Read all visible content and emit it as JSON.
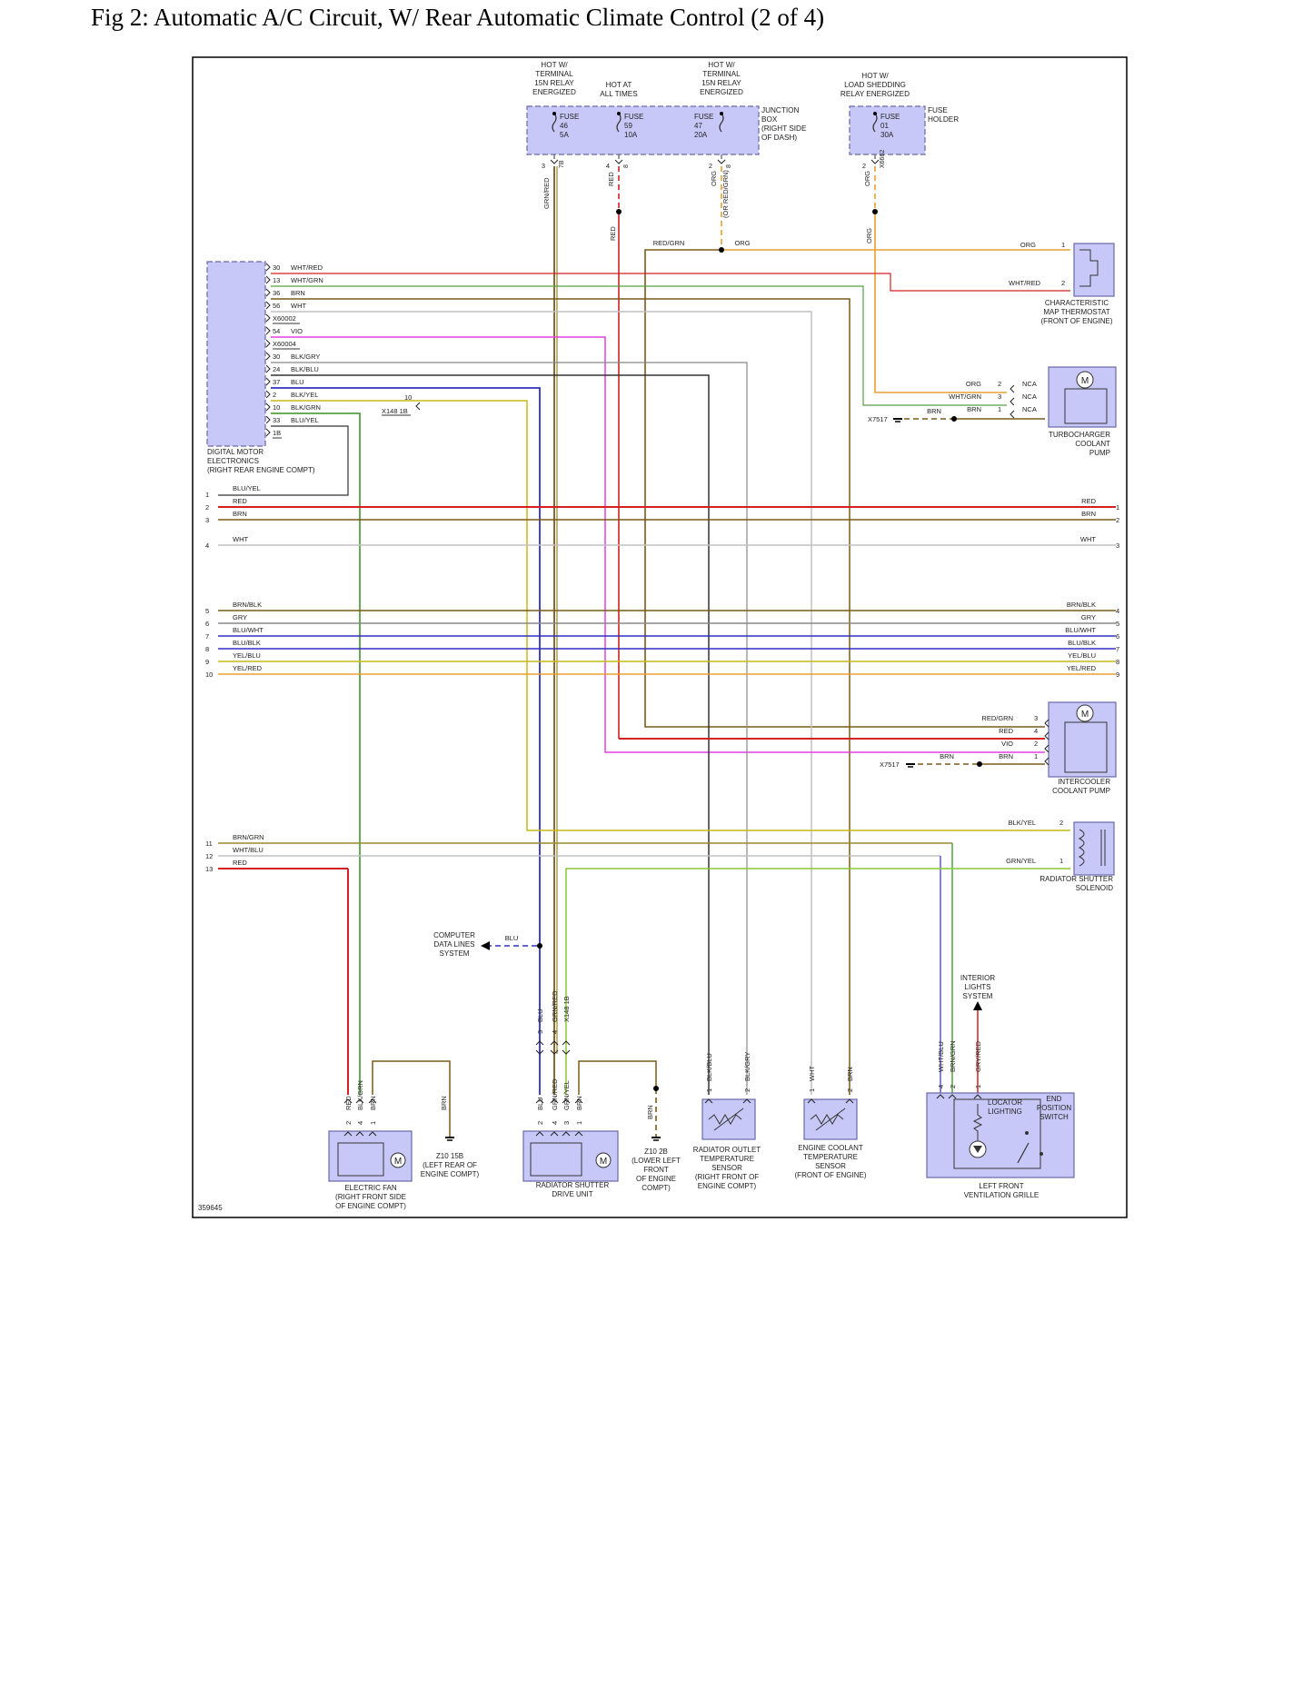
{
  "title": "Fig 2: Automatic A/C Circuit, W/ Rear Automatic Climate Control (2 of 4)",
  "figure_id": "359645",
  "colors": {
    "component_fill": "#c8c8f8",
    "component_stroke": "#6868a8",
    "RED": "#d42020",
    "ORG": "#e8a030",
    "BRN": "#7a5a18",
    "WHT": "#c0c0c0",
    "GRN": "#56a040",
    "YEL": "#c8b818",
    "BLU": "#3030c0",
    "VIO": "#e040e0",
    "GRY": "#888888",
    "BLK": "#333333",
    "OLIVE": "#9a8a30",
    "LTGRN": "#88c830"
  },
  "supplies": [
    {
      "lines": [
        "HOT W/",
        "TERMINAL",
        "15N RELAY",
        "ENERGIZED"
      ]
    },
    {
      "lines": [
        "HOT AT",
        "ALL TIMES"
      ]
    },
    {
      "lines": [
        "HOT W/",
        "TERMINAL",
        "15N RELAY",
        "ENERGIZED"
      ]
    },
    {
      "lines": [
        "HOT W/",
        "LOAD SHEDDING",
        "RELAY ENERGIZED"
      ]
    }
  ],
  "fuses": [
    {
      "name": "FUSE",
      "num": "46",
      "amps": "5A",
      "pin": "3",
      "connector": "7B",
      "wire": "GRN/RED"
    },
    {
      "name": "FUSE",
      "num": "59",
      "amps": "10A",
      "pin": "4",
      "connector": "8",
      "wire": "RED"
    },
    {
      "name": "FUSE",
      "num": "47",
      "amps": "20A",
      "pin": "2",
      "connector": "8",
      "wire": "ORG",
      "wire2": "(OR RED/GRN)"
    },
    {
      "name": "FUSE",
      "num": "01",
      "amps": "30A",
      "pin": "2",
      "connector": "X6662",
      "wire": "ORG"
    }
  ],
  "junction_box": {
    "lines": [
      "JUNCTION",
      "BOX",
      "(RIGHT SIDE",
      "OF DASH)"
    ]
  },
  "fuse_holder": {
    "lines": [
      "FUSE",
      "HOLDER"
    ]
  },
  "splice_labels": {
    "red": "RED",
    "red_grn": "RED/GRN",
    "org": "ORG",
    "org2": "ORG"
  },
  "dme": {
    "lines": [
      "DIGITAL MOTOR",
      "ELECTRONICS",
      "(RIGHT REAR ENGINE COMPT)"
    ],
    "pins": [
      {
        "pin": "30",
        "wire": "WHT/RED"
      },
      {
        "pin": "13",
        "wire": "WHT/GRN"
      },
      {
        "pin": "36",
        "wire": "BRN"
      },
      {
        "pin": "56",
        "wire": "WHT"
      },
      {
        "pin": "X60002",
        "wire": ""
      },
      {
        "pin": "54",
        "wire": "VIO"
      },
      {
        "pin": "X60004",
        "wire": ""
      },
      {
        "pin": "30",
        "wire": "BLK/GRY"
      },
      {
        "pin": "24",
        "wire": "BLK/BLU"
      },
      {
        "pin": "37",
        "wire": "BLU"
      },
      {
        "pin": "2",
        "wire": "BLK/YEL"
      },
      {
        "pin": "10",
        "wire": "BLK/GRN"
      },
      {
        "pin": "33",
        "wire": "BLU/YEL"
      },
      {
        "pin": "1B",
        "wire": ""
      }
    ],
    "x148_pin": "10",
    "x148_label": "X148 1B"
  },
  "thermostat": {
    "lines": [
      "CHARACTERISTIC",
      "MAP THERMOSTAT",
      "(FRONT OF ENGINE)"
    ],
    "pin1": "1",
    "pin1_wire": "ORG",
    "pin2": "2",
    "pin2_wire": "WHT/RED"
  },
  "turbo_pump": {
    "lines": [
      "TURBOCHARGER",
      "COOLANT",
      "PUMP"
    ],
    "pins": [
      {
        "wire": "ORG",
        "pin": "2",
        "nca": "NCA"
      },
      {
        "wire": "WHT/GRN",
        "pin": "3",
        "nca": "NCA"
      },
      {
        "wire": "BRN",
        "pin": "1",
        "nca": "NCA"
      }
    ],
    "ground": "X7517",
    "ground_wire": "BRN"
  },
  "bus_left": [
    {
      "num": "1",
      "wire": "BLU/YEL"
    },
    {
      "num": "2",
      "wire": "RED"
    },
    {
      "num": "3",
      "wire": "BRN"
    },
    {
      "num": "4",
      "wire": "WHT"
    },
    {
      "num": "5",
      "wire": "BRN/BLK"
    },
    {
      "num": "6",
      "wire": "GRY"
    },
    {
      "num": "7",
      "wire": "BLU/WHT"
    },
    {
      "num": "8",
      "wire": "BLU/BLK"
    },
    {
      "num": "9",
      "wire": "YEL/BLU"
    },
    {
      "num": "10",
      "wire": "YEL/RED"
    },
    {
      "num": "11",
      "wire": "BRN/GRN"
    },
    {
      "num": "12",
      "wire": "WHT/BLU"
    },
    {
      "num": "13",
      "wire": "RED"
    }
  ],
  "bus_right": [
    {
      "num": "1",
      "wire": "RED"
    },
    {
      "num": "2",
      "wire": "BRN"
    },
    {
      "num": "3",
      "wire": "WHT"
    },
    {
      "num": "4",
      "wire": "BRN/BLK"
    },
    {
      "num": "5",
      "wire": "GRY"
    },
    {
      "num": "6",
      "wire": "BLU/WHT"
    },
    {
      "num": "7",
      "wire": "BLU/BLK"
    },
    {
      "num": "8",
      "wire": "YEL/BLU"
    },
    {
      "num": "9",
      "wire": "YEL/RED"
    }
  ],
  "intercooler_pump": {
    "lines": [
      "INTERCOOLER",
      "COOLANT PUMP"
    ],
    "pins": [
      {
        "wire": "RED/GRN",
        "pin": "3"
      },
      {
        "wire": "RED",
        "pin": "4"
      },
      {
        "wire": "VIO",
        "pin": "2"
      },
      {
        "wire": "BRN",
        "pin": "1"
      }
    ],
    "ground": "X7517",
    "ground_wire": "BRN"
  },
  "shutter_solenoid": {
    "lines": [
      "RADIATOR SHUTTER",
      "SOLENOID"
    ],
    "pin2": "2",
    "pin2_wire": "BLK/YEL",
    "pin1": "1",
    "pin1_wire": "GRN/YEL"
  },
  "computer_data": {
    "lines": [
      "COMPUTER",
      "DATA LINES",
      "SYSTEM"
    ],
    "wire": "BLU"
  },
  "interior_lights": {
    "lines": [
      "INTERIOR",
      "LIGHTS",
      "SYSTEM"
    ]
  },
  "electric_fan": {
    "lines": [
      "ELECTRIC FAN",
      "(RIGHT FRONT SIDE",
      "OF ENGINE COMPT)"
    ],
    "pins": [
      {
        "pin": "2",
        "wire": "RED"
      },
      {
        "pin": "4",
        "wire": "BLK/GRN"
      },
      {
        "pin": "1",
        "wire": "BRN"
      }
    ]
  },
  "ground_z10_15b": {
    "lines": [
      "Z10 15B",
      "(LEFT REAR OF",
      "ENGINE COMPT)"
    ],
    "wire": "BRN"
  },
  "shutter_drive": {
    "lines": [
      "RADIATOR SHUTTER",
      "DRIVE UNIT"
    ],
    "pins": [
      {
        "pin": "2",
        "wire": "BLU"
      },
      {
        "pin": "4",
        "wire": "GRN/RED"
      },
      {
        "pin": "3",
        "wire": "GRN/YEL"
      },
      {
        "pin": "1",
        "wire": "BRN"
      }
    ],
    "upper_pins": [
      {
        "pin": "3",
        "wire": "BLU"
      },
      {
        "pin": "4",
        "wire": "GRN/RED"
      },
      {
        "pin": "",
        "wire": "X148 1B"
      }
    ]
  },
  "ground_z10_2b": {
    "lines": [
      "Z10 2B",
      "(LOWER LEFT",
      "FRONT",
      "OF ENGINE",
      "COMPT)"
    ],
    "wire": "BRN"
  },
  "rad_outlet_sensor": {
    "lines": [
      "RADIATOR OUTLET",
      "TEMPERATURE",
      "SENSOR",
      "(RIGHT FRONT OF",
      "ENGINE COMPT)"
    ],
    "pins": [
      {
        "pin": "1",
        "wire": "BLK/BLU"
      },
      {
        "pin": "2",
        "wire": "BLK/GRY"
      }
    ]
  },
  "coolant_sensor": {
    "lines": [
      "ENGINE COOLANT",
      "TEMPERATURE",
      "SENSOR",
      "(FRONT OF ENGINE)"
    ],
    "pins": [
      {
        "pin": "1",
        "wire": "WHT"
      },
      {
        "pin": "2",
        "wire": "BRN"
      }
    ]
  },
  "vent_grille": {
    "lines": [
      "LEFT FRONT",
      "VENTILATION GRILLE"
    ],
    "pins": [
      {
        "pin": "4",
        "wire": "WHT/BLU"
      },
      {
        "pin": "2",
        "wire": "BRN/GRN"
      },
      {
        "pin": "1",
        "wire": "GRY/RED"
      }
    ],
    "locator": [
      "LOCATOR",
      "LIGHTING"
    ],
    "switch": [
      "END",
      "POSITION",
      "SWITCH"
    ]
  }
}
